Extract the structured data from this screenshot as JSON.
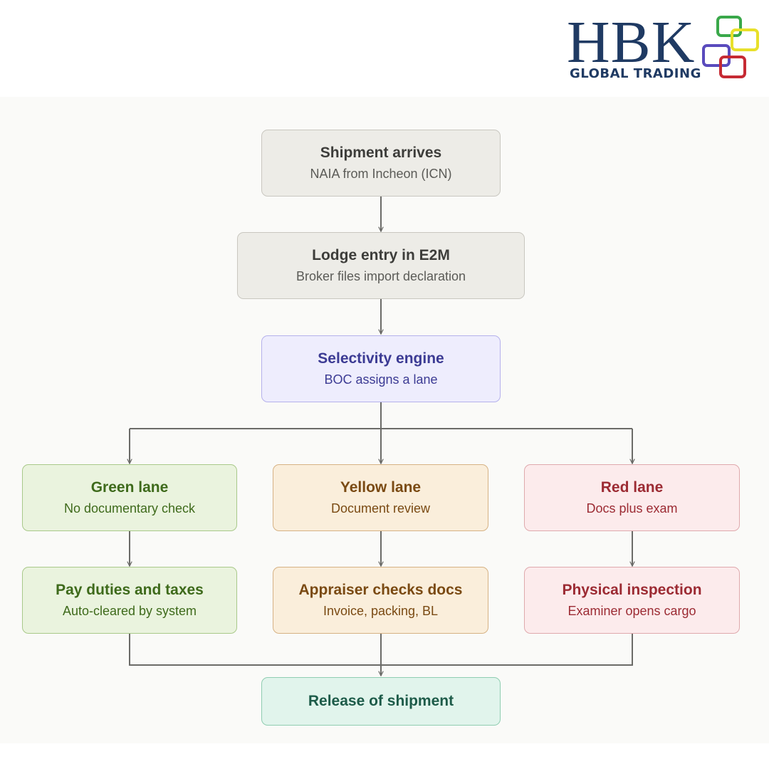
{
  "logo": {
    "name": "HBK",
    "tagline": "GLOBAL TRADING",
    "colors": {
      "text": "#1f3a63",
      "green": "#3aa84a",
      "yellow": "#e8e02a",
      "purple": "#5a4bbd",
      "red": "#c62a33"
    }
  },
  "flow": {
    "arrive": {
      "title": "Shipment arrives",
      "subtitle": "NAIA from Incheon (ICN)"
    },
    "lodge": {
      "title": "Lodge entry in E2M",
      "subtitle": "Broker files import declaration"
    },
    "selectivity": {
      "title": "Selectivity engine",
      "subtitle": "BOC assigns a lane"
    },
    "lanes": [
      {
        "title": "Green lane",
        "subtitle": "No documentary check",
        "color": "#3e6a1b"
      },
      {
        "title": "Yellow lane",
        "subtitle": "Document review",
        "color": "#7a4a13"
      },
      {
        "title": "Red lane",
        "subtitle": "Docs plus exam",
        "color": "#9c2b33"
      }
    ],
    "steps": [
      {
        "title": "Pay duties and taxes",
        "subtitle": "Auto-cleared by system"
      },
      {
        "title": "Appraiser checks docs",
        "subtitle": "Invoice, packing, BL"
      },
      {
        "title": "Physical inspection",
        "subtitle": "Examiner opens cargo"
      }
    ],
    "release": {
      "title": "Release of shipment"
    }
  }
}
